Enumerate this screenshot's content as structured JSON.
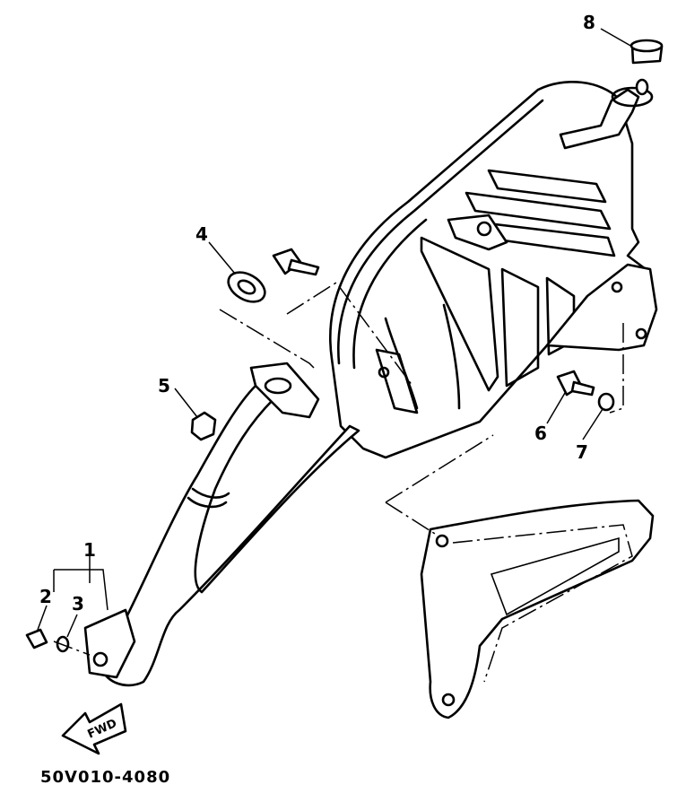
{
  "diagram": {
    "code": "50V010-4080",
    "fwd_label": "FWD",
    "callouts": [
      "1",
      "2",
      "3",
      "4",
      "5",
      "6",
      "7",
      "8"
    ]
  }
}
